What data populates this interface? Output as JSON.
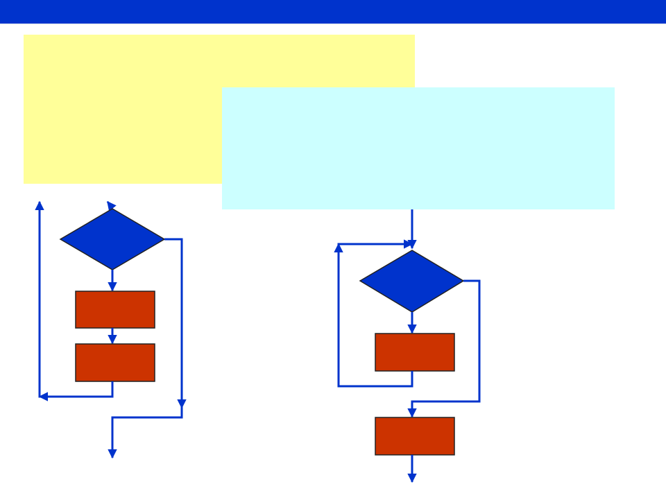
{
  "slide": {
    "header_color": "#0033cc"
  },
  "notes": [
    {
      "id": "yellow",
      "color": "#ffff99"
    },
    {
      "id": "cyan",
      "color": "#ccffff"
    }
  ],
  "flowcharts": [
    {
      "id": "left-loop",
      "shapes": [
        "decision",
        "process",
        "process"
      ],
      "decision_color": "#0033cc",
      "process_color": "#cc3300"
    },
    {
      "id": "right-loop",
      "shapes": [
        "decision",
        "process",
        "process"
      ],
      "decision_color": "#0033cc",
      "process_color": "#cc3300"
    }
  ],
  "colors": {
    "arrow": "#0033cc",
    "shape_outline": "#222222"
  }
}
